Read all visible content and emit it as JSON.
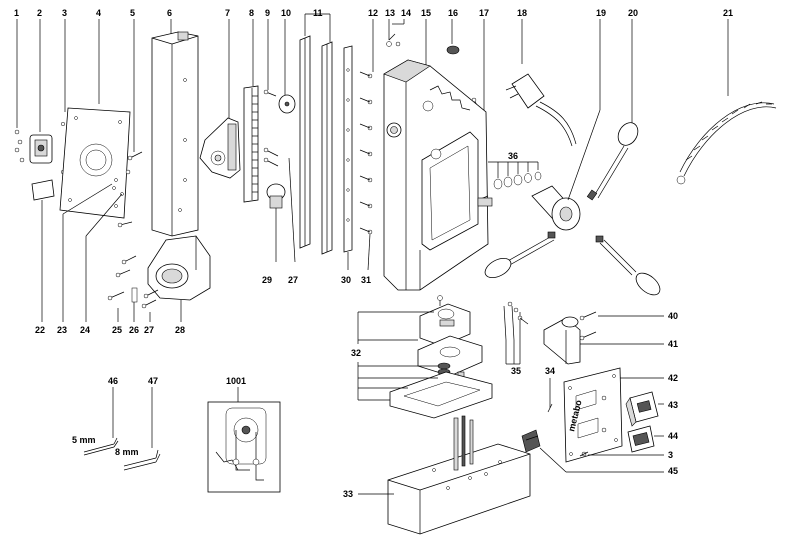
{
  "callouts": {
    "n1": "1",
    "n2": "2",
    "n3": "3",
    "n4": "4",
    "n5": "5",
    "n6": "6",
    "n7": "7",
    "n8": "8",
    "n9": "9",
    "n10": "10",
    "n11": "11",
    "n12": "12",
    "n13": "13",
    "n14": "14",
    "n15": "15",
    "n16": "16",
    "n17": "17",
    "n18": "18",
    "n19": "19",
    "n20": "20",
    "n21": "21",
    "n22": "22",
    "n23": "23",
    "n24": "24",
    "n25": "25",
    "n26": "26",
    "n27a": "27",
    "n27b": "27",
    "n28": "28",
    "n29": "29",
    "n30": "30",
    "n31": "31",
    "n32": "32",
    "n33": "33",
    "n34": "34",
    "n35": "35",
    "n36": "36",
    "n40": "40",
    "n41": "41",
    "n42": "42",
    "n43": "43",
    "n44": "44",
    "n3b": "3",
    "n45": "45",
    "n46": "46",
    "n47": "47",
    "n1001": "1001"
  },
  "dimensions": {
    "key5": "5 mm",
    "key8": "8 mm"
  },
  "plate_logo": "metabo"
}
